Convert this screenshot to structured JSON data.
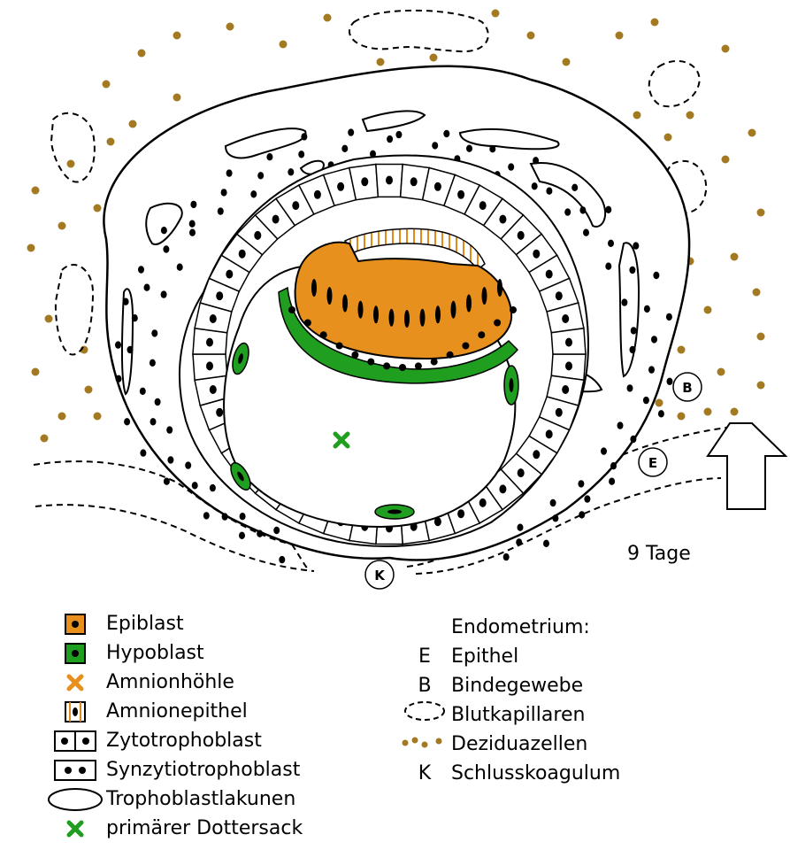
{
  "labels": {
    "b": "B",
    "e": "E",
    "k": "K",
    "stage": "9 Tage"
  },
  "legend_left": [
    {
      "icon": "epiblast-swatch",
      "text": "Epiblast"
    },
    {
      "icon": "hypoblast-swatch",
      "text": "Hypoblast"
    },
    {
      "icon": "orange-cross",
      "text": "Amnionhöhle"
    },
    {
      "icon": "amnion-epithel-swatch",
      "text": "Amnionepithel"
    },
    {
      "icon": "zytotrophoblast-swatch",
      "text": "Zytotrophoblast"
    },
    {
      "icon": "synzytiotrophoblast-swatch",
      "text": "Synzytiotrophoblast"
    },
    {
      "icon": "lacuna-ellipse",
      "text": "Trophoblastlakunen"
    },
    {
      "icon": "green-cross",
      "text": "primärer Dottersack"
    }
  ],
  "legend_right": {
    "heading": "Endometrium:",
    "items": [
      {
        "key": "E",
        "icon": "",
        "text": "Epithel"
      },
      {
        "key": "B",
        "icon": "",
        "text": "Bindegewebe"
      },
      {
        "key": "",
        "icon": "dashed-ellipse",
        "text": "Blutkapillaren"
      },
      {
        "key": "",
        "icon": "dots",
        "text": "Deziduazellen"
      },
      {
        "key": "K",
        "icon": "",
        "text": "Schlusskoagulum"
      }
    ]
  },
  "colors": {
    "epiblast": "#e8901e",
    "hypoblast": "#1f9e1f",
    "amnion_stripe": "#e08a1a",
    "decidua_dot": "#a37a22",
    "outline": "#000000"
  }
}
